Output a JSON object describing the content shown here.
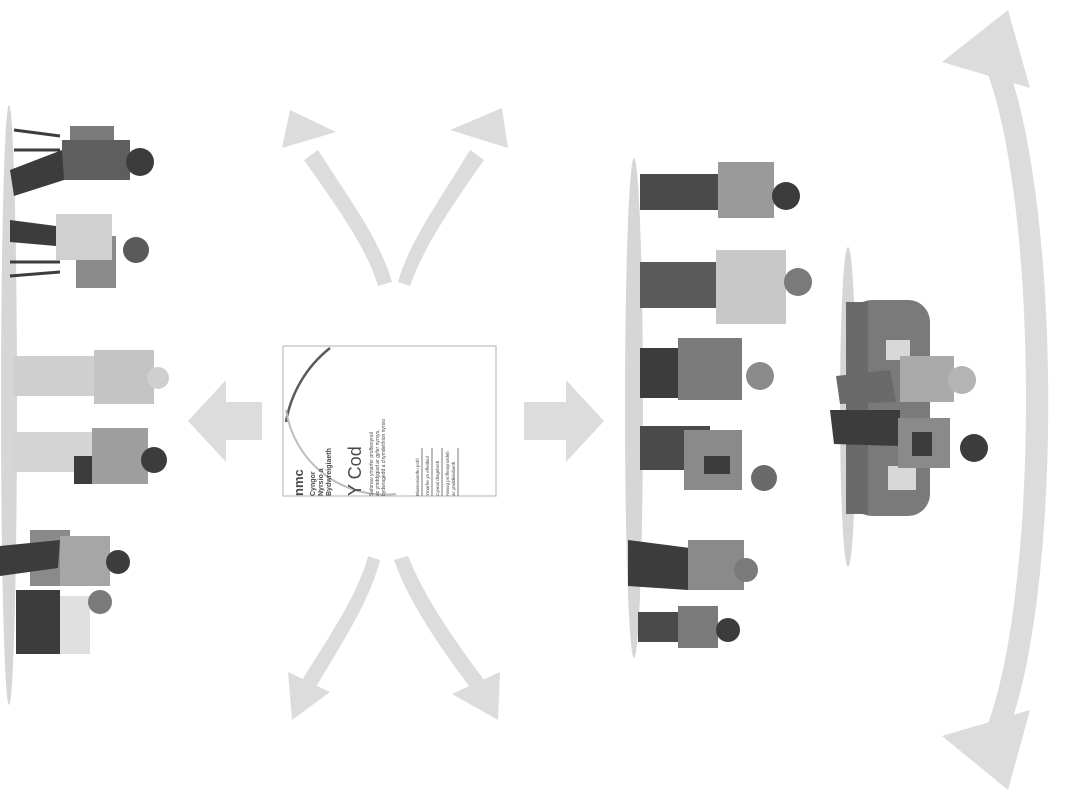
{
  "document": {
    "brand_short": "nmc",
    "brand_line1": "Cyngor",
    "brand_line2": "Nyrsio a",
    "brand_line3": "Bydwreigiaeth",
    "title": "Y Cod",
    "subtitle_line1": "Safonau ymarfer proffesiynol",
    "subtitle_line2": "ac ymddygiad ar gyfer nyrsys,",
    "subtitle_line3": "bydwragedd a chymdeithion nyrsio",
    "items": [
      "Blaenoriaethu pobl",
      "Ymarfer yn effeithiol",
      "Cynnal diogelwch",
      "Annog proffesiynoldeb",
      "ac ymddiriedaeth"
    ]
  },
  "colors": {
    "arrow": "#dcdcdc",
    "floor": "#d6d6d6",
    "figure_dark": "#3c3c3c",
    "figure_mid": "#7a7a7a",
    "figure_light": "#b4b4b4"
  }
}
